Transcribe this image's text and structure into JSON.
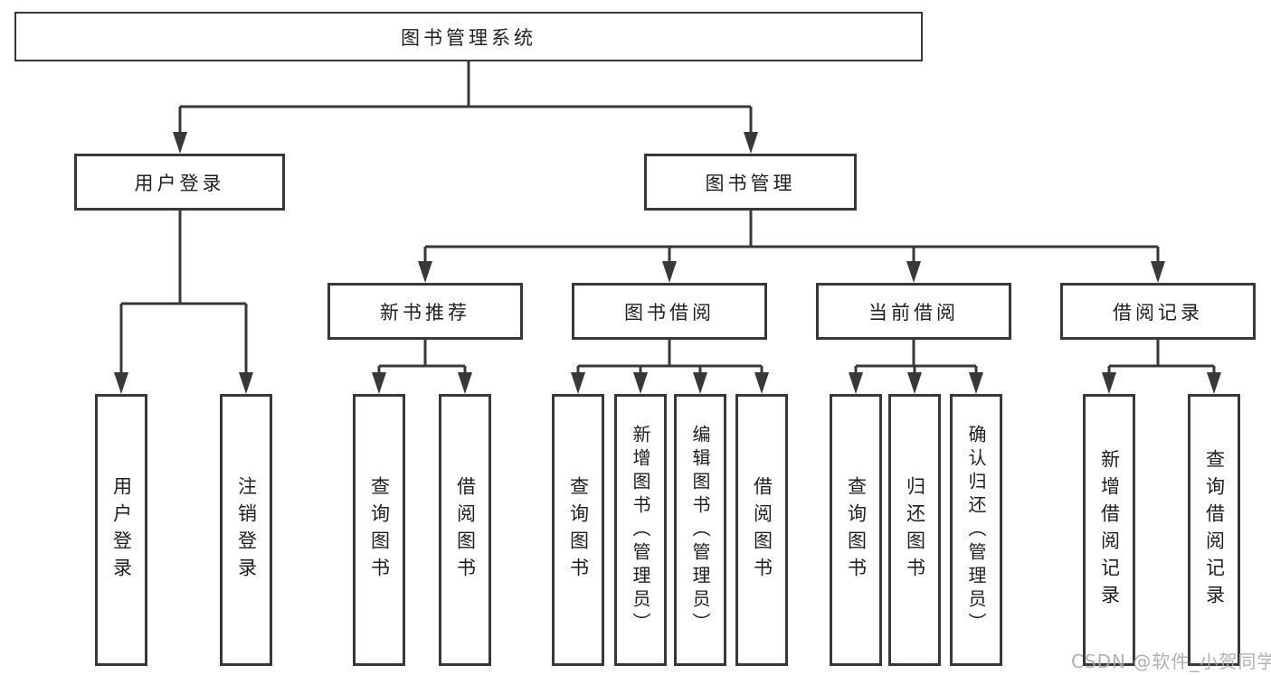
{
  "tree": {
    "root": {
      "label": "图书管理系统",
      "children": [
        {
          "label": "用户登录",
          "children": [
            {
              "label": "用户登录"
            },
            {
              "label": "注销登录"
            }
          ]
        },
        {
          "label": "图书管理",
          "children": [
            {
              "label": "新书推荐",
              "children": [
                {
                  "label": "查询图书"
                },
                {
                  "label": "借阅图书"
                }
              ]
            },
            {
              "label": "图书借阅",
              "children": [
                {
                  "label": "查询图书"
                },
                {
                  "label": "新增图书（管理员）"
                },
                {
                  "label": "编辑图书（管理员）"
                },
                {
                  "label": "借阅图书"
                }
              ]
            },
            {
              "label": "当前借阅",
              "children": [
                {
                  "label": "查询图书"
                },
                {
                  "label": "归还图书"
                },
                {
                  "label": "确认归还（管理员）"
                }
              ]
            },
            {
              "label": "借阅记录",
              "children": [
                {
                  "label": "新增借阅记录"
                },
                {
                  "label": "查询借阅记录"
                }
              ]
            }
          ]
        }
      ]
    }
  },
  "watermark": {
    "text": "CSDN @软件_小贺同学"
  },
  "colors": {
    "line": "#383838",
    "box_border": "#383838",
    "text": "#1f1f1f",
    "watermark": "#a8a8a8",
    "background": "#ffffff"
  }
}
